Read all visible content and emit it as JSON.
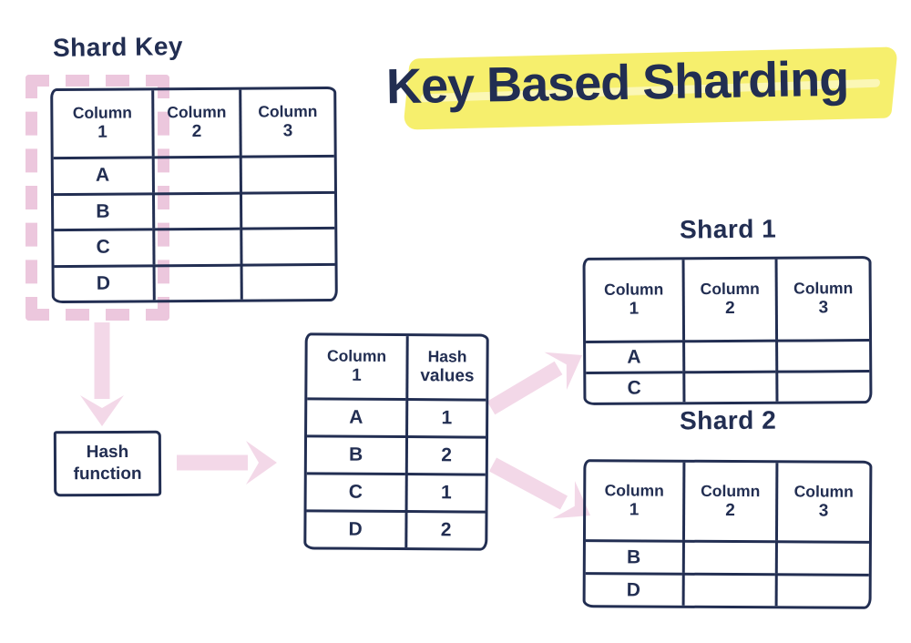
{
  "title": {
    "text": "Key Based Sharding"
  },
  "labels": {
    "shard_key": "Shard Key",
    "shard1": "Shard 1",
    "shard2": "Shard 2"
  },
  "hash_function": {
    "label": "Hash function"
  },
  "tables": {
    "shard_key": {
      "columns": [
        "Column 1",
        "Column 2",
        "Column 3"
      ],
      "rows": [
        [
          "A",
          "",
          ""
        ],
        [
          "B",
          "",
          ""
        ],
        [
          "C",
          "",
          ""
        ],
        [
          "D",
          "",
          ""
        ]
      ]
    },
    "hash_table": {
      "columns": [
        "Column 1",
        "Hash values"
      ],
      "rows": [
        [
          "A",
          "1"
        ],
        [
          "B",
          "2"
        ],
        [
          "C",
          "1"
        ],
        [
          "D",
          "2"
        ]
      ]
    },
    "shard1": {
      "columns": [
        "Column 1",
        "Column 2",
        "Column 3"
      ],
      "rows": [
        [
          "A",
          "",
          ""
        ],
        [
          "C",
          "",
          ""
        ]
      ]
    },
    "shard2": {
      "columns": [
        "Column 1",
        "Column 2",
        "Column 3"
      ],
      "rows": [
        [
          "B",
          "",
          ""
        ],
        [
          "D",
          "",
          ""
        ]
      ]
    }
  },
  "arrows": [
    {
      "name": "arrow-shardkey-to-hashfunction",
      "direction": "down"
    },
    {
      "name": "arrow-hashfunction-to-hashtable",
      "direction": "right"
    },
    {
      "name": "arrow-hashtable-to-shard1",
      "direction": "up-right"
    },
    {
      "name": "arrow-hashtable-to-shard2",
      "direction": "down-right"
    }
  ],
  "colors": {
    "ink": "#222e52",
    "pink": "#f0cfe3",
    "pink_dash": "#ecc7dd",
    "highlight": "#f6ef6d"
  }
}
